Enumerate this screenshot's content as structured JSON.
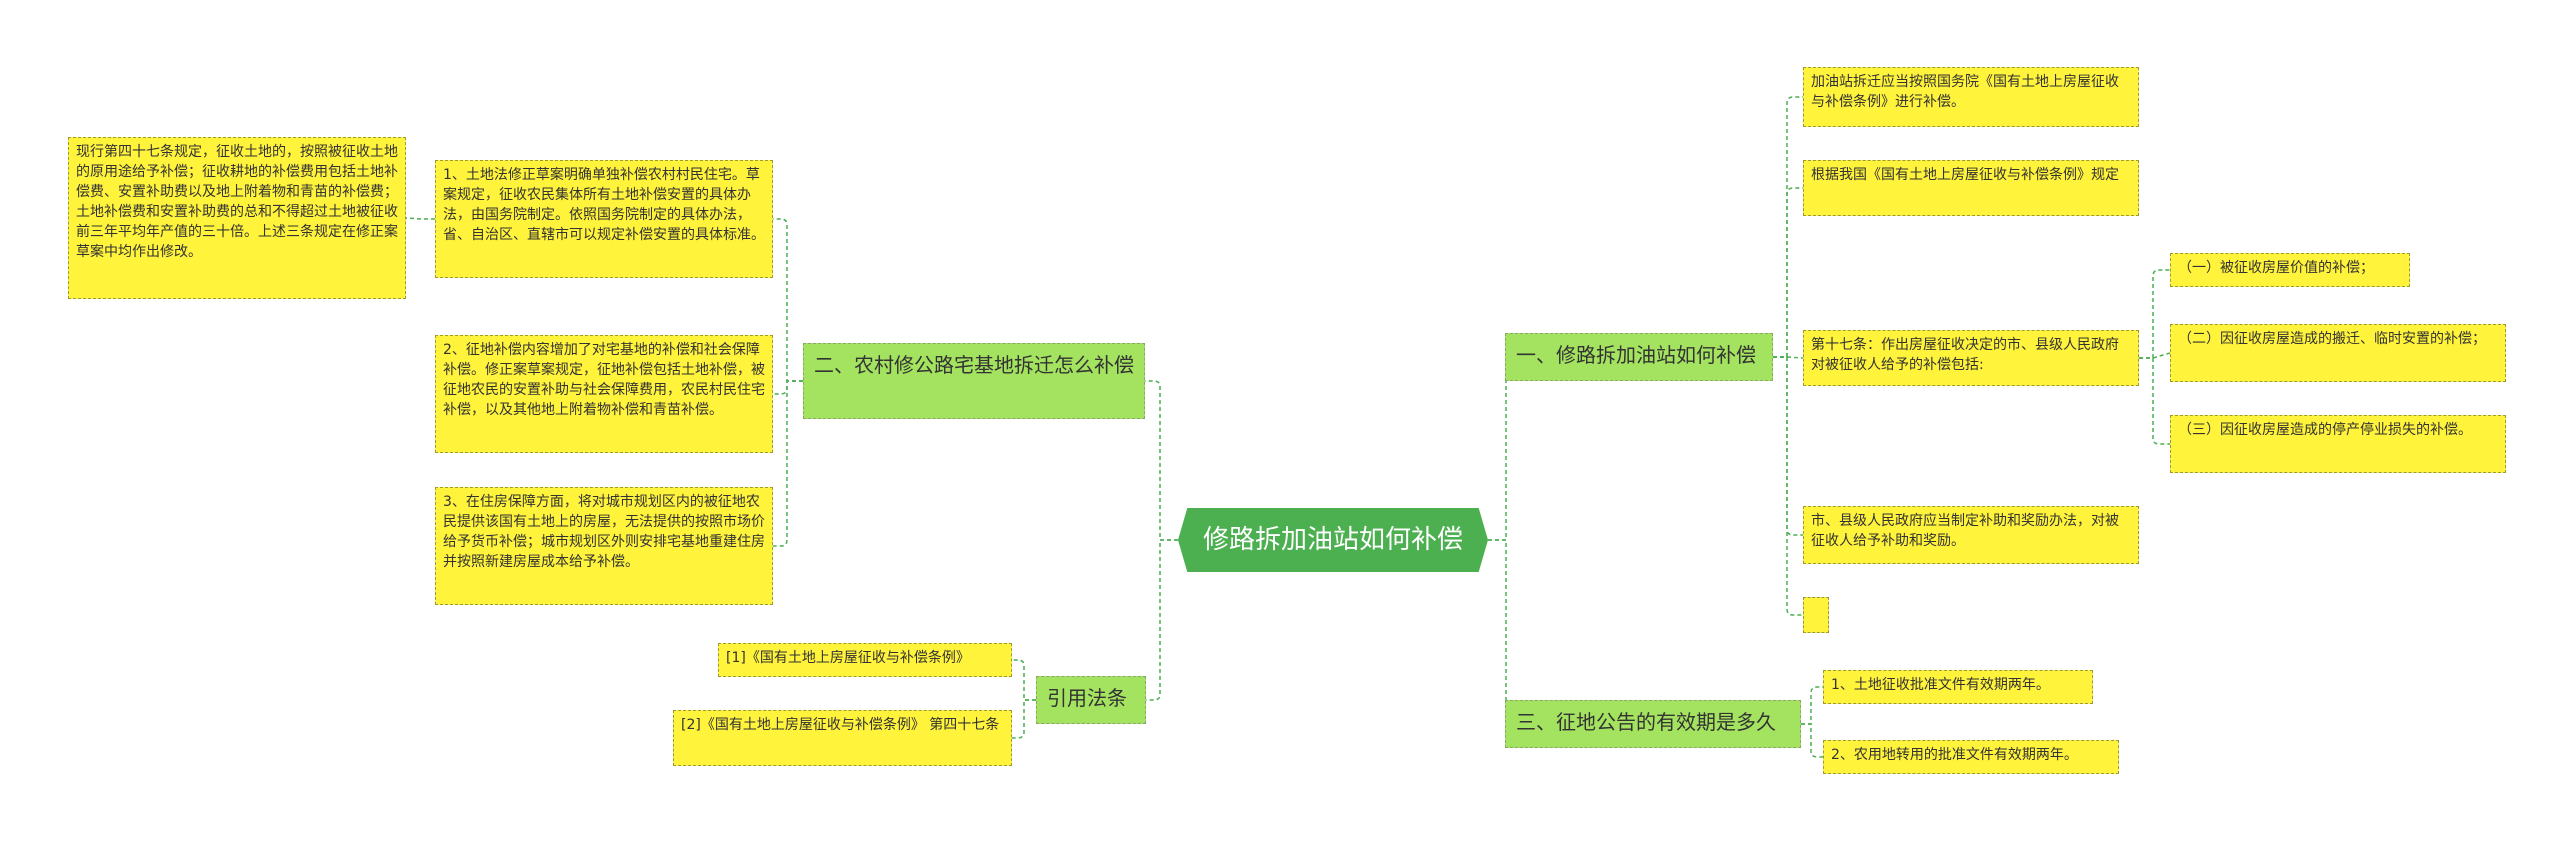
{
  "root": {
    "label": "修路拆加油站如何补偿"
  },
  "branches": {
    "b1": {
      "label": "一、修路拆加油站如何补偿"
    },
    "b2": {
      "label": "二、农村修公路宅基地拆迁怎么补偿"
    },
    "b3": {
      "label": "三、征地公告的有效期是多久"
    },
    "b4": {
      "label": "引用法条"
    }
  },
  "leaves": {
    "r1": "加油站拆迁应当按照国务院《国有土地上房屋征收与补偿条例》进行补偿。",
    "r2": "根据我国《国有土地上房屋征收与补偿条例》规定",
    "r3": "第十七条：作出房屋征收决定的市、县级人民政府对被征收人给予的补偿包括:",
    "r3a": "（一）被征收房屋价值的补偿；",
    "r3b": "（二）因征收房屋造成的搬迁、临时安置的补偿；",
    "r3c": "（三）因征收房屋造成的停产停业损失的补偿。",
    "r4": "市、县级人民政府应当制定补助和奖励办法，对被征收人给予补助和奖励。",
    "r6": "1、土地征收批准文件有效期两年。",
    "r7": "2、农用地转用的批准文件有效期两年。",
    "l1": "1、土地法修正草案明确单独补偿农村村民住宅。草案规定，征收农民集体所有土地补偿安置的具体办法，由国务院制定。依照国务院制定的具体办法，省、自治区、直辖市可以规定补偿安置的具体标准。",
    "l1a": "现行第四十七条规定，征收土地的，按照被征收土地的原用途给予补偿；征收耕地的补偿费用包括土地补偿费、安置补助费以及地上附着物和青苗的补偿费；土地补偿费和安置补助费的总和不得超过土地被征收前三年平均年产值的三十倍。上述三条规定在修正案草案中均作出修改。",
    "l2": "2、征地补偿内容增加了对宅基地的补偿和社会保障补偿。修正案草案规定，征地补偿包括土地补偿，被征地农民的安置补助与社会保障费用，农民村民住宅补偿，以及其他地上附着物补偿和青苗补偿。",
    "l3": "3、在住房保障方面，将对城市规划区内的被征地农民提供该国有土地上的房屋，无法提供的按照市场价给予货币补偿；城市规划区外则安排宅基地重建住房并按照新建房屋成本给予补偿。",
    "c1": "[1]《国有土地上房屋征收与补偿条例》",
    "c2": "[2]《国有土地上房屋征收与补偿条例》 第四十七条"
  },
  "colors": {
    "leaf": "#fff33b",
    "branch": "#a4e35f",
    "root": "#4caf50",
    "line": "#4caf50"
  }
}
